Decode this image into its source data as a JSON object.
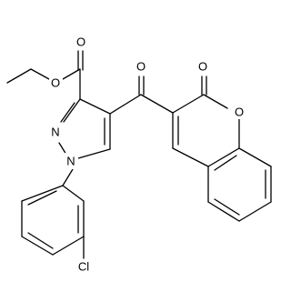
{
  "molecule": {
    "bond_color": "#000000",
    "background": "#ffffff",
    "atoms": {
      "o_ester_carbonyl": "O",
      "o_ester_ether": "O",
      "n1": "N",
      "n2": "N",
      "o_ketone": "O",
      "o_lactone_carbonyl": "O",
      "o_ring": "O",
      "cl": "Cl"
    }
  }
}
